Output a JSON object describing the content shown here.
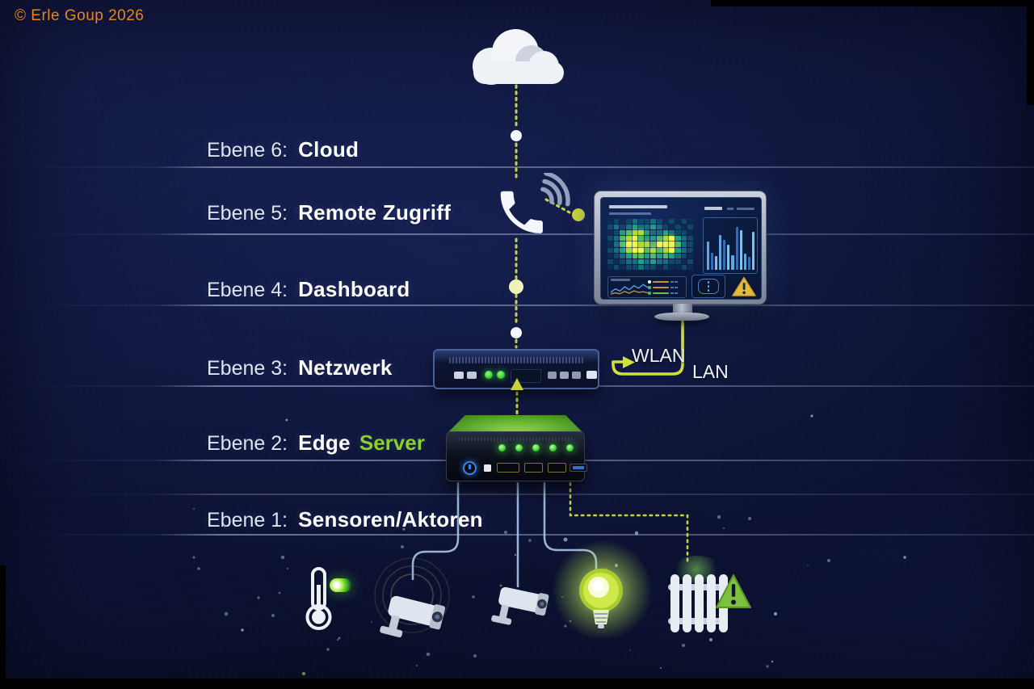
{
  "copyright": {
    "text": "© Erle Goup 2026"
  },
  "levels": [
    {
      "prefix": "Ebene 6:",
      "name": "Cloud"
    },
    {
      "prefix": "Ebene 5:",
      "name": "Remote Zugriff"
    },
    {
      "prefix": "Ebene 4:",
      "name": "Dashboard"
    },
    {
      "prefix": "Ebene 3:",
      "name": "Netzwerk"
    },
    {
      "prefix": "Ebene 2:",
      "name": "Edge",
      "accent": "Server"
    },
    {
      "prefix": "Ebene 1:",
      "name": "Sensoren/Aktoren"
    }
  ],
  "network_labels": {
    "wlan": "WLAN",
    "lan": "LAN"
  },
  "colors": {
    "accent-green": "#8bcf2e",
    "line-green": "#c6d43a",
    "wlan-green": "#cfe23a",
    "connector-blue": "#a9c7ea",
    "copyright-orange": "#e8841c",
    "warning-yellow": "#e9b93a",
    "warning-green": "#7cc13d",
    "led-green": "#3fe03c"
  },
  "icons": [
    "cloud-icon",
    "phone-icon",
    "wifi-signal-icon",
    "monitor-icon",
    "warning-triangle-icon",
    "power-socket-icon",
    "router-icon",
    "edge-server-icon",
    "power-button-icon",
    "thermometer-icon",
    "led-indicator-icon",
    "wifi-camera-icon",
    "camera-icon",
    "lightbulb-icon",
    "radiator-icon"
  ],
  "chart_data": [
    {
      "type": "heatmap",
      "panel": "dashboard-top-left",
      "palette": [
        "#0c2c50",
        "#10486b",
        "#15707f",
        "#1fa183",
        "#4cc163",
        "#a8dc38",
        "#eef74e"
      ],
      "grid": [
        "01012112101010",
        "12123223210101",
        "01345532232110",
        "12456433456321",
        "02466554666421",
        "12356645456321",
        "01234434343210",
        "10122323221101",
        "01011211010010"
      ]
    },
    {
      "type": "bar",
      "panel": "dashboard-top-right",
      "values": [
        62,
        38,
        30,
        76,
        66,
        55,
        32,
        95,
        88,
        36,
        28,
        84
      ],
      "ylim": [
        0,
        100
      ],
      "palette": [
        "#5aa8e8",
        "#2e6fb8",
        "#7cc0ee"
      ]
    },
    {
      "type": "line",
      "panel": "dashboard-bottom-left",
      "series": [
        {
          "name": "series-blue",
          "color": "#4f9fe8",
          "values": [
            34,
            58,
            42,
            72,
            52,
            80,
            62,
            88,
            66
          ]
        },
        {
          "name": "series-orange",
          "color": "#c98a3a",
          "values": [
            22,
            30,
            24,
            40,
            28,
            44,
            34,
            38,
            30
          ]
        }
      ],
      "legend": [
        {
          "dot": "#ecf1f8",
          "bar": "#d08f2f"
        },
        {
          "dot": "#43bd6a",
          "bar": "#d08f2f"
        },
        {
          "dot": "#43bd6a",
          "bar": "#6fbf4a"
        }
      ]
    }
  ]
}
